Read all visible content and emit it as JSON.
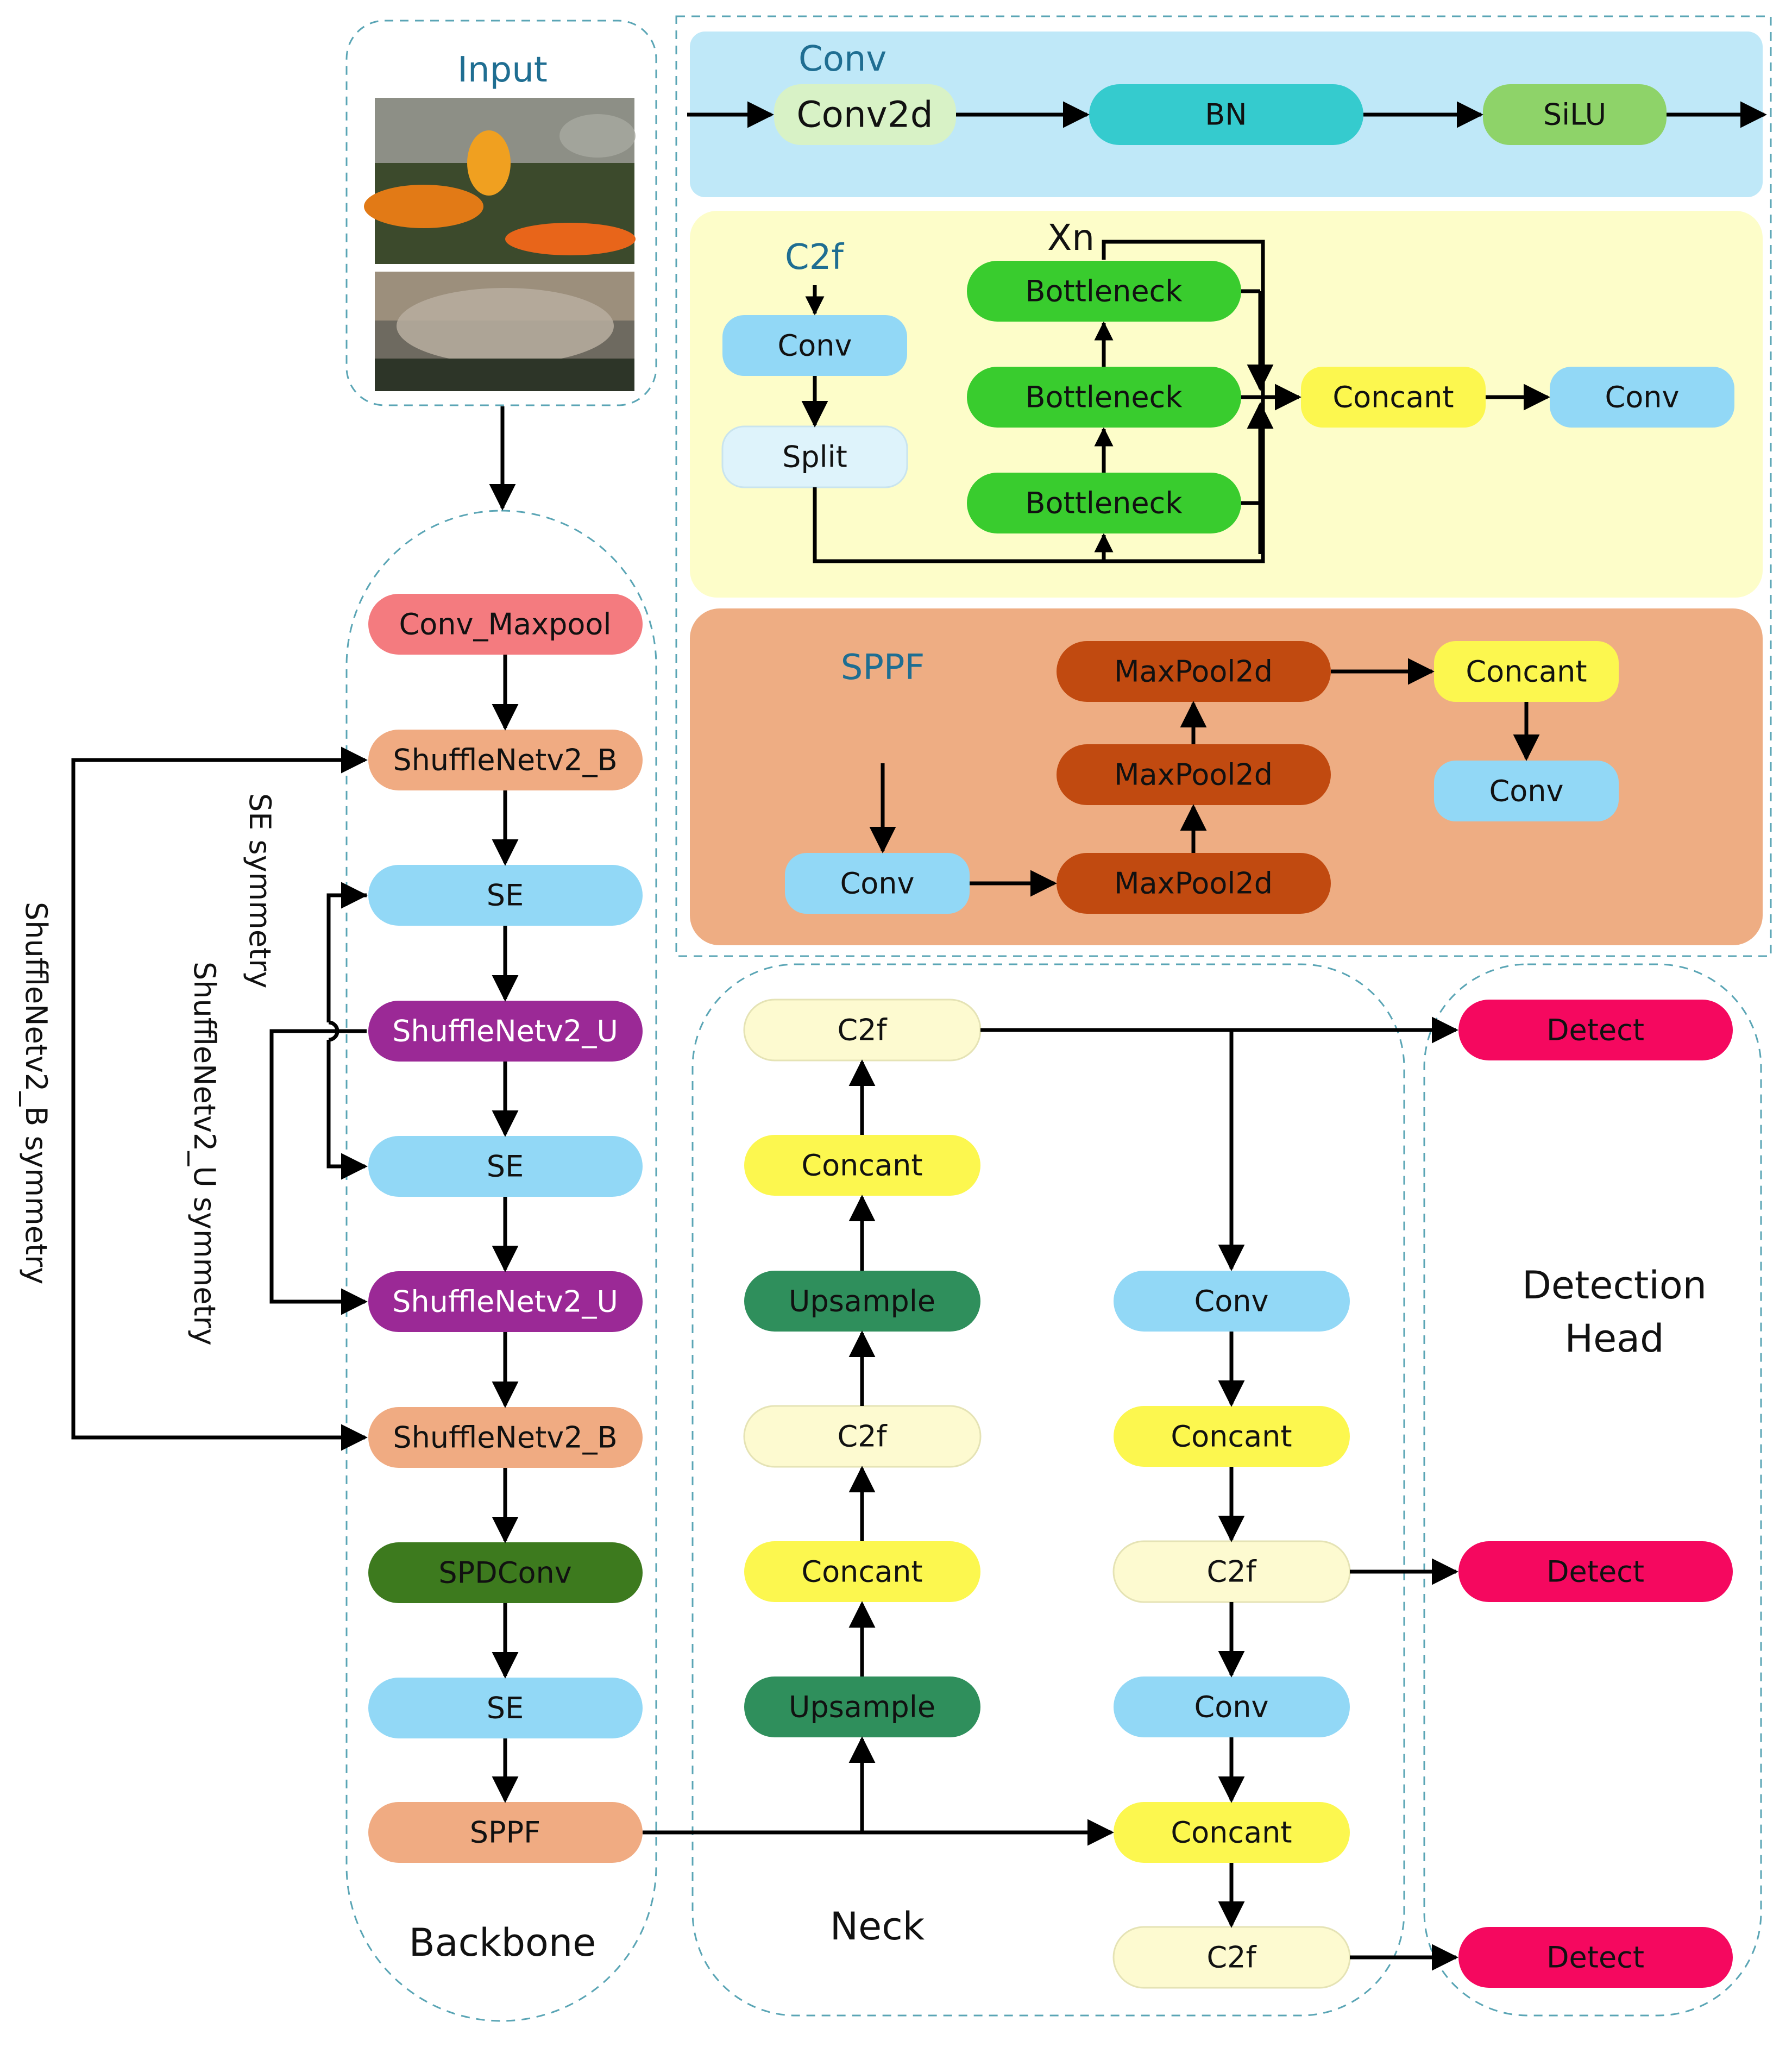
{
  "colors": {
    "conv_panel": "#bfe8f8",
    "c2f_panel": "#fdfdc9",
    "sppf_panel": "#eead83",
    "conv_maxpool": "#f47b7f",
    "shufflenet_b": "#f0ab82",
    "se": "#92d8f6",
    "shufflenet_u": "#9b2996",
    "spdconv": "#3d7a1e",
    "sppf": "#f0ab82",
    "c2f": "#fdfad0",
    "concant": "#fcf74f",
    "upsample": "#2f8f5c",
    "conv": "#92d8f6",
    "detect": "#f5085f",
    "conv2d": "#d8f2c6",
    "bn": "#35cbce",
    "silu": "#8ed369",
    "split": "#def3fb",
    "bottleneck": "#39cc2e",
    "maxpool": "#c14a10"
  },
  "input": {
    "title": "Input",
    "images": [
      "forest-fire-photo",
      "smoke-photo"
    ]
  },
  "backbone": {
    "label": "Backbone",
    "nodes": [
      "Conv_Maxpool",
      "ShuffleNetv2_B",
      "SE",
      "ShuffleNetv2_U",
      "SE",
      "ShuffleNetv2_U",
      "ShuffleNetv2_B",
      "SPDConv",
      "SE",
      "SPPF"
    ],
    "symmetry_labels": {
      "se": "SE symmetry",
      "u": "ShuffleNetv2_U  symmetry",
      "b": "ShuffleNetv2_B  symmetry"
    }
  },
  "neck": {
    "label": "Neck",
    "left_column": [
      "C2f",
      "Concant",
      "Upsample",
      "C2f",
      "Concant",
      "Upsample"
    ],
    "right_column": [
      "Conv",
      "Concant",
      "C2f",
      "Conv",
      "Concant",
      "C2f"
    ]
  },
  "head": {
    "label_line1": "Detection",
    "label_line2": "Head",
    "detects": [
      "Detect",
      "Detect",
      "Detect"
    ]
  },
  "conv_module": {
    "title": "Conv",
    "nodes": [
      "Conv2d",
      "BN",
      "SiLU"
    ]
  },
  "c2f_module": {
    "title": "C2f",
    "xn": "Xn",
    "conv": "Conv",
    "split": "Split",
    "bottlenecks": [
      "Bottleneck",
      "Bottleneck",
      "Bottleneck"
    ],
    "concant": "Concant",
    "out_conv": "Conv"
  },
  "sppf_module": {
    "title": "SPPF",
    "conv": "Conv",
    "maxpools": [
      "MaxPool2d",
      "MaxPool2d",
      "MaxPool2d"
    ],
    "concant": "Concant",
    "out_conv": "Conv"
  }
}
